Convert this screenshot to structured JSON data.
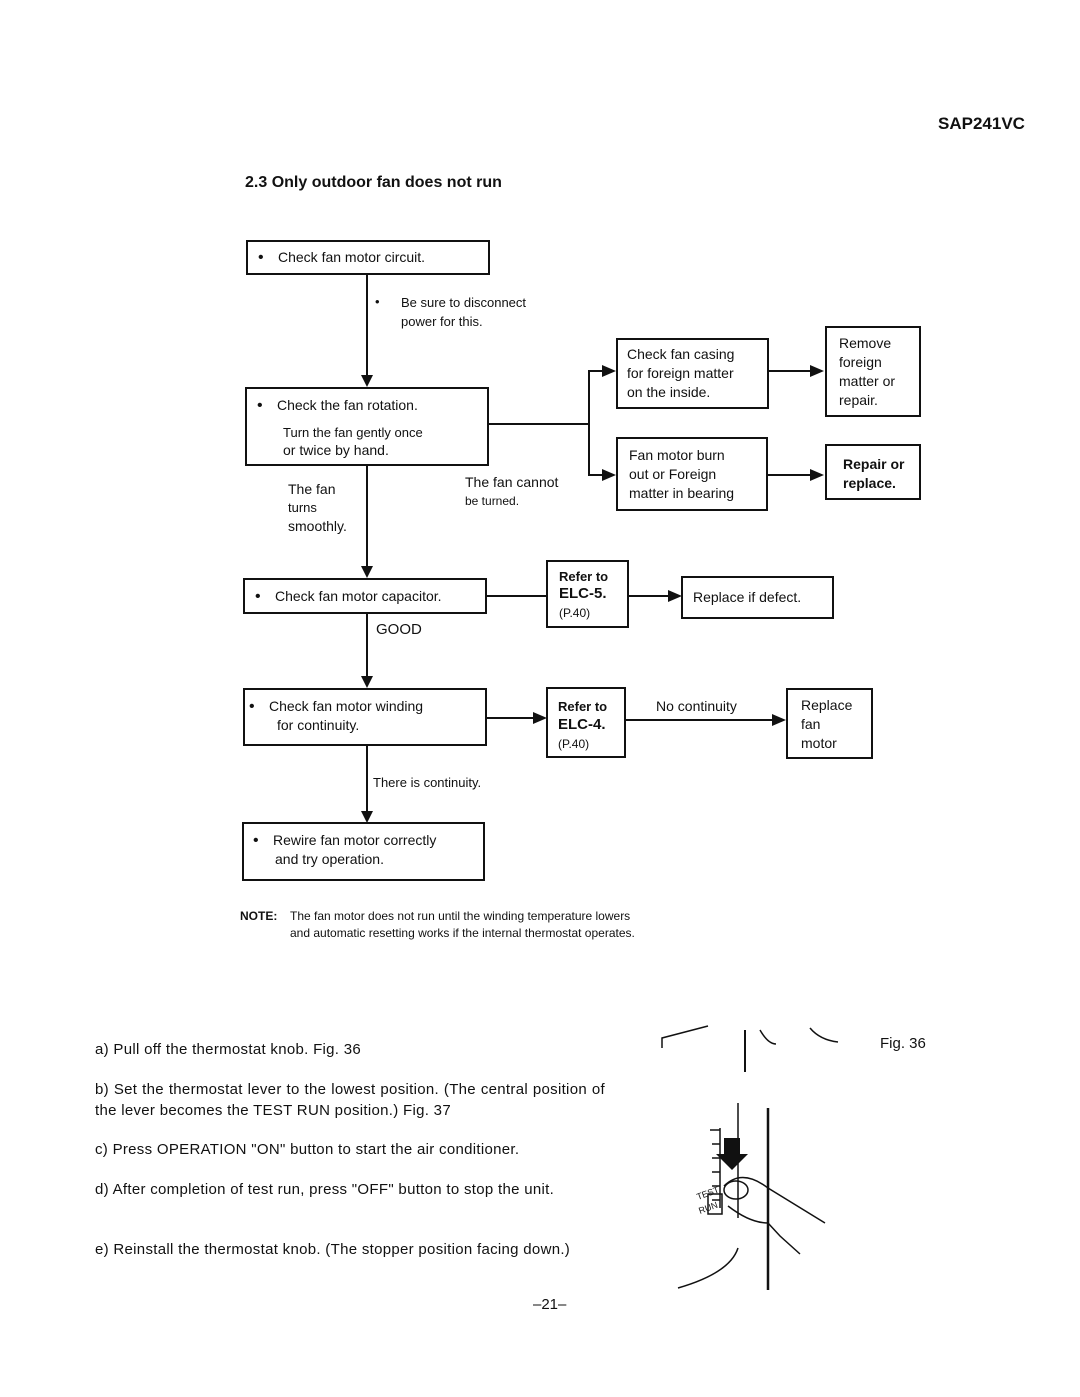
{
  "header": {
    "model": "SAP241VC",
    "section_title": "2.3 Only outdoor fan does not run"
  },
  "flow": {
    "check_circuit": "Check fan motor circuit.",
    "disconnect_note_1": "Be sure to disconnect",
    "disconnect_note_2": "power for this.",
    "check_rotation": "Check the fan rotation.",
    "rotation_sub_1": "Turn the fan gently once",
    "rotation_sub_2": "or twice by hand.",
    "turns_1": "The fan",
    "turns_2": "turns",
    "turns_3": "smoothly.",
    "cannot_1": "The fan cannot",
    "cannot_2": "be turned.",
    "casing_1": "Check fan casing",
    "casing_2": "for foreign matter",
    "casing_3": "on the inside.",
    "remove_1": "Remove",
    "remove_2": "foreign",
    "remove_3": "matter or",
    "remove_4": "repair.",
    "burn_1": "Fan motor burn",
    "burn_2": "out or Foreign",
    "burn_3": "matter in bearing",
    "repair_1": "Repair or",
    "repair_2": "replace.",
    "check_capacitor": "Check fan motor capacitor.",
    "refer5_1": "Refer to",
    "refer5_2": "ELC-5.",
    "refer5_3": "(P.40)",
    "replace_defect": "Replace if defect.",
    "good": "GOOD",
    "winding_1": "Check fan motor winding",
    "winding_2": "for continuity.",
    "refer4_1": "Refer to",
    "refer4_2": "ELC-4.",
    "refer4_3": "(P.40)",
    "no_continuity": "No continuity",
    "replace_fan_1": "Replace",
    "replace_fan_2": "fan",
    "replace_fan_3": "motor",
    "continuity": "There is continuity.",
    "rewire_1": "Rewire fan motor correctly",
    "rewire_2": "and try operation."
  },
  "note": {
    "label": "NOTE:",
    "line1": "The fan motor does not run until the winding temperature lowers",
    "line2": "and automatic resetting works if the internal thermostat operates."
  },
  "steps": [
    "a) Pull off the thermostat knob. Fig. 36",
    "b) Set the thermostat lever to the lowest position. (The central position of the lever becomes the TEST RUN position.) Fig. 37",
    "c) Press OPERATION \"ON\" button to start the air conditioner.",
    "d) After completion of test run, press \"OFF\" button to stop the unit.",
    "e) Reinstall the thermostat knob. (The stopper position facing down.)"
  ],
  "figure": {
    "caption": "Fig. 36",
    "label_test": "TEST",
    "label_run": "RUN"
  },
  "page_number": "–21–"
}
